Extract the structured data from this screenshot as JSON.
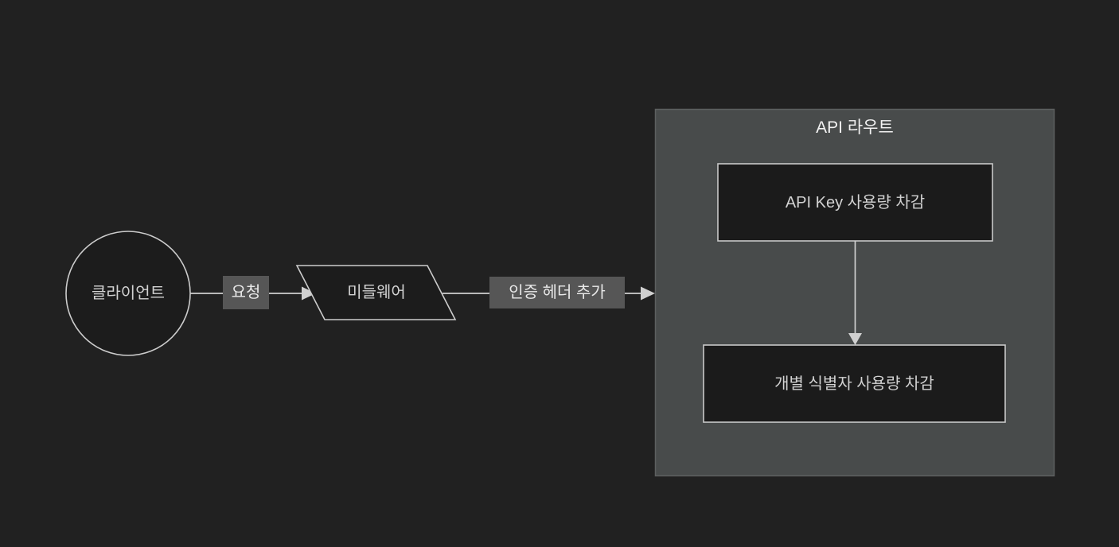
{
  "diagram": {
    "type": "flowchart-lr",
    "subgraph": {
      "title": "API 라우트"
    },
    "nodes": {
      "client": {
        "label": "클라이언트",
        "shape": "circle"
      },
      "middleware": {
        "label": "미들웨어",
        "shape": "parallelogram"
      },
      "api_key_usage": {
        "label": "API Key 사용량 차감",
        "shape": "rect"
      },
      "identifier_usage": {
        "label": "개별 식별자 사용량 차감",
        "shape": "rect"
      }
    },
    "edges": [
      {
        "from": "client",
        "to": "middleware",
        "label": "요청"
      },
      {
        "from": "middleware",
        "to": "api-route-subgraph",
        "label": "인증 헤더 추가"
      },
      {
        "from": "api_key_usage",
        "to": "identifier_usage",
        "label": ""
      }
    ],
    "colors": {
      "background": "#212121",
      "node_fill": "#1c1c1c",
      "node_border": "#cccccc",
      "node_text": "#d2d2d2",
      "subgraph_fill": "#484b4b",
      "subgraph_border": "#5d6060",
      "subgraph_title_text": "#f2f2f2",
      "edge_line": "#d0d0d0",
      "edge_label_bg": "#565656",
      "edge_label_text": "#e9e9e9"
    }
  }
}
